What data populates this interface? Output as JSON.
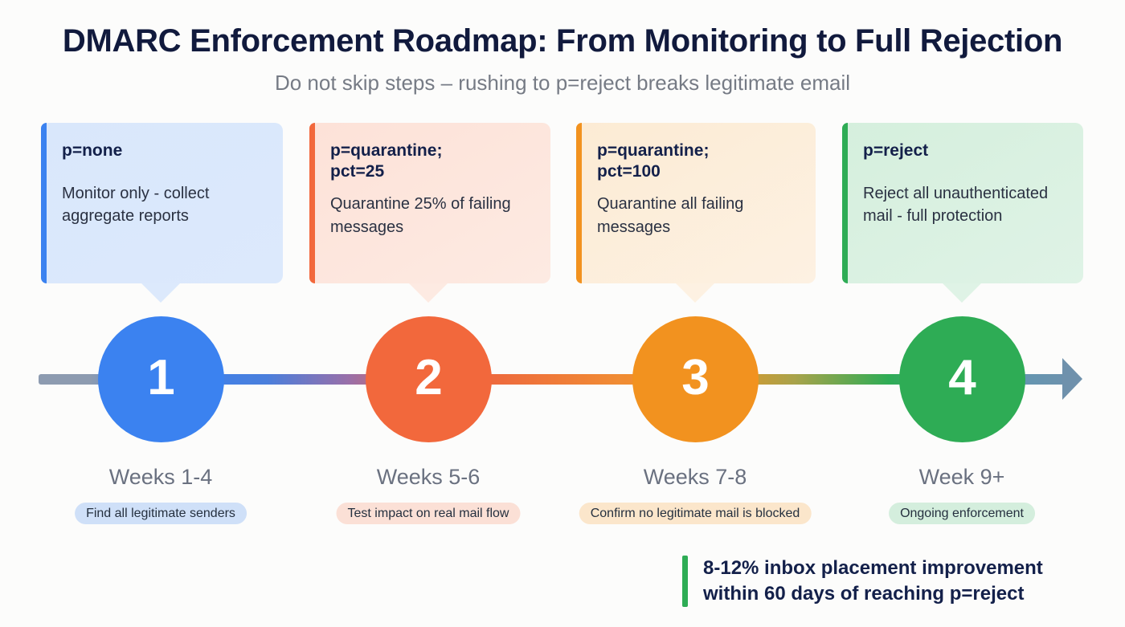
{
  "header": {
    "title": "DMARC Enforcement Roadmap: From Monitoring to Full Rejection",
    "subtitle": "Do not skip steps – rushing to p=reject breaks legitimate email"
  },
  "colors": {
    "background": "#fcfcfb",
    "title": "#111a3d",
    "subtitle": "#767b85",
    "arrow": "#6f91ac",
    "line_start": "#8d9bb0",
    "stage1": "#3b82f0",
    "stage2": "#f2683c",
    "stage3": "#f2921f",
    "stage4": "#2eac55"
  },
  "stages": [
    {
      "number": "1",
      "policy": "p=none",
      "description": "Monitor only - collect aggregate reports",
      "week_label": "Weeks 1-4",
      "pill": "Find all legitimate senders",
      "accent": "#3b82f0",
      "circle": "#3b82f0",
      "card_bg_from": "#d9e7fb",
      "card_bg_to": "#dce9fc",
      "pill_bg": "#cfe0f8",
      "tail": "#dce9fc"
    },
    {
      "number": "2",
      "policy": "p=quarantine;\npct=25",
      "description": "Quarantine 25% of failing messages",
      "week_label": "Weeks 5-6",
      "pill": "Test impact on real mail flow",
      "accent": "#f2683c",
      "circle": "#f2683c",
      "card_bg_from": "#fde2d8",
      "card_bg_to": "#fdeae2",
      "pill_bg": "#fbe0d6",
      "tail": "#fdeae2"
    },
    {
      "number": "3",
      "policy": "p=quarantine;\npct=100",
      "description": "Quarantine all failing messages",
      "week_label": "Weeks 7-8",
      "pill": "Confirm no legitimate mail is blocked",
      "accent": "#f2921f",
      "circle": "#f2921f",
      "card_bg_from": "#fcebd4",
      "card_bg_to": "#fdf1e2",
      "pill_bg": "#fbe6cb",
      "tail": "#fdf1e2"
    },
    {
      "number": "4",
      "policy": "p=reject",
      "description": "Reject all unauthenticated mail - full protection",
      "week_label": "Week 9+",
      "pill": "Ongoing enforcement",
      "accent": "#2eac55",
      "circle": "#2eac55",
      "card_bg_from": "#d5efdd",
      "card_bg_to": "#dff3e6",
      "pill_bg": "#d4eedd",
      "tail": "#dff3e6"
    }
  ],
  "callout": {
    "text": "8-12% inbox placement improvement\nwithin 60 days of reaching p=reject",
    "accent": "#2eac55"
  }
}
